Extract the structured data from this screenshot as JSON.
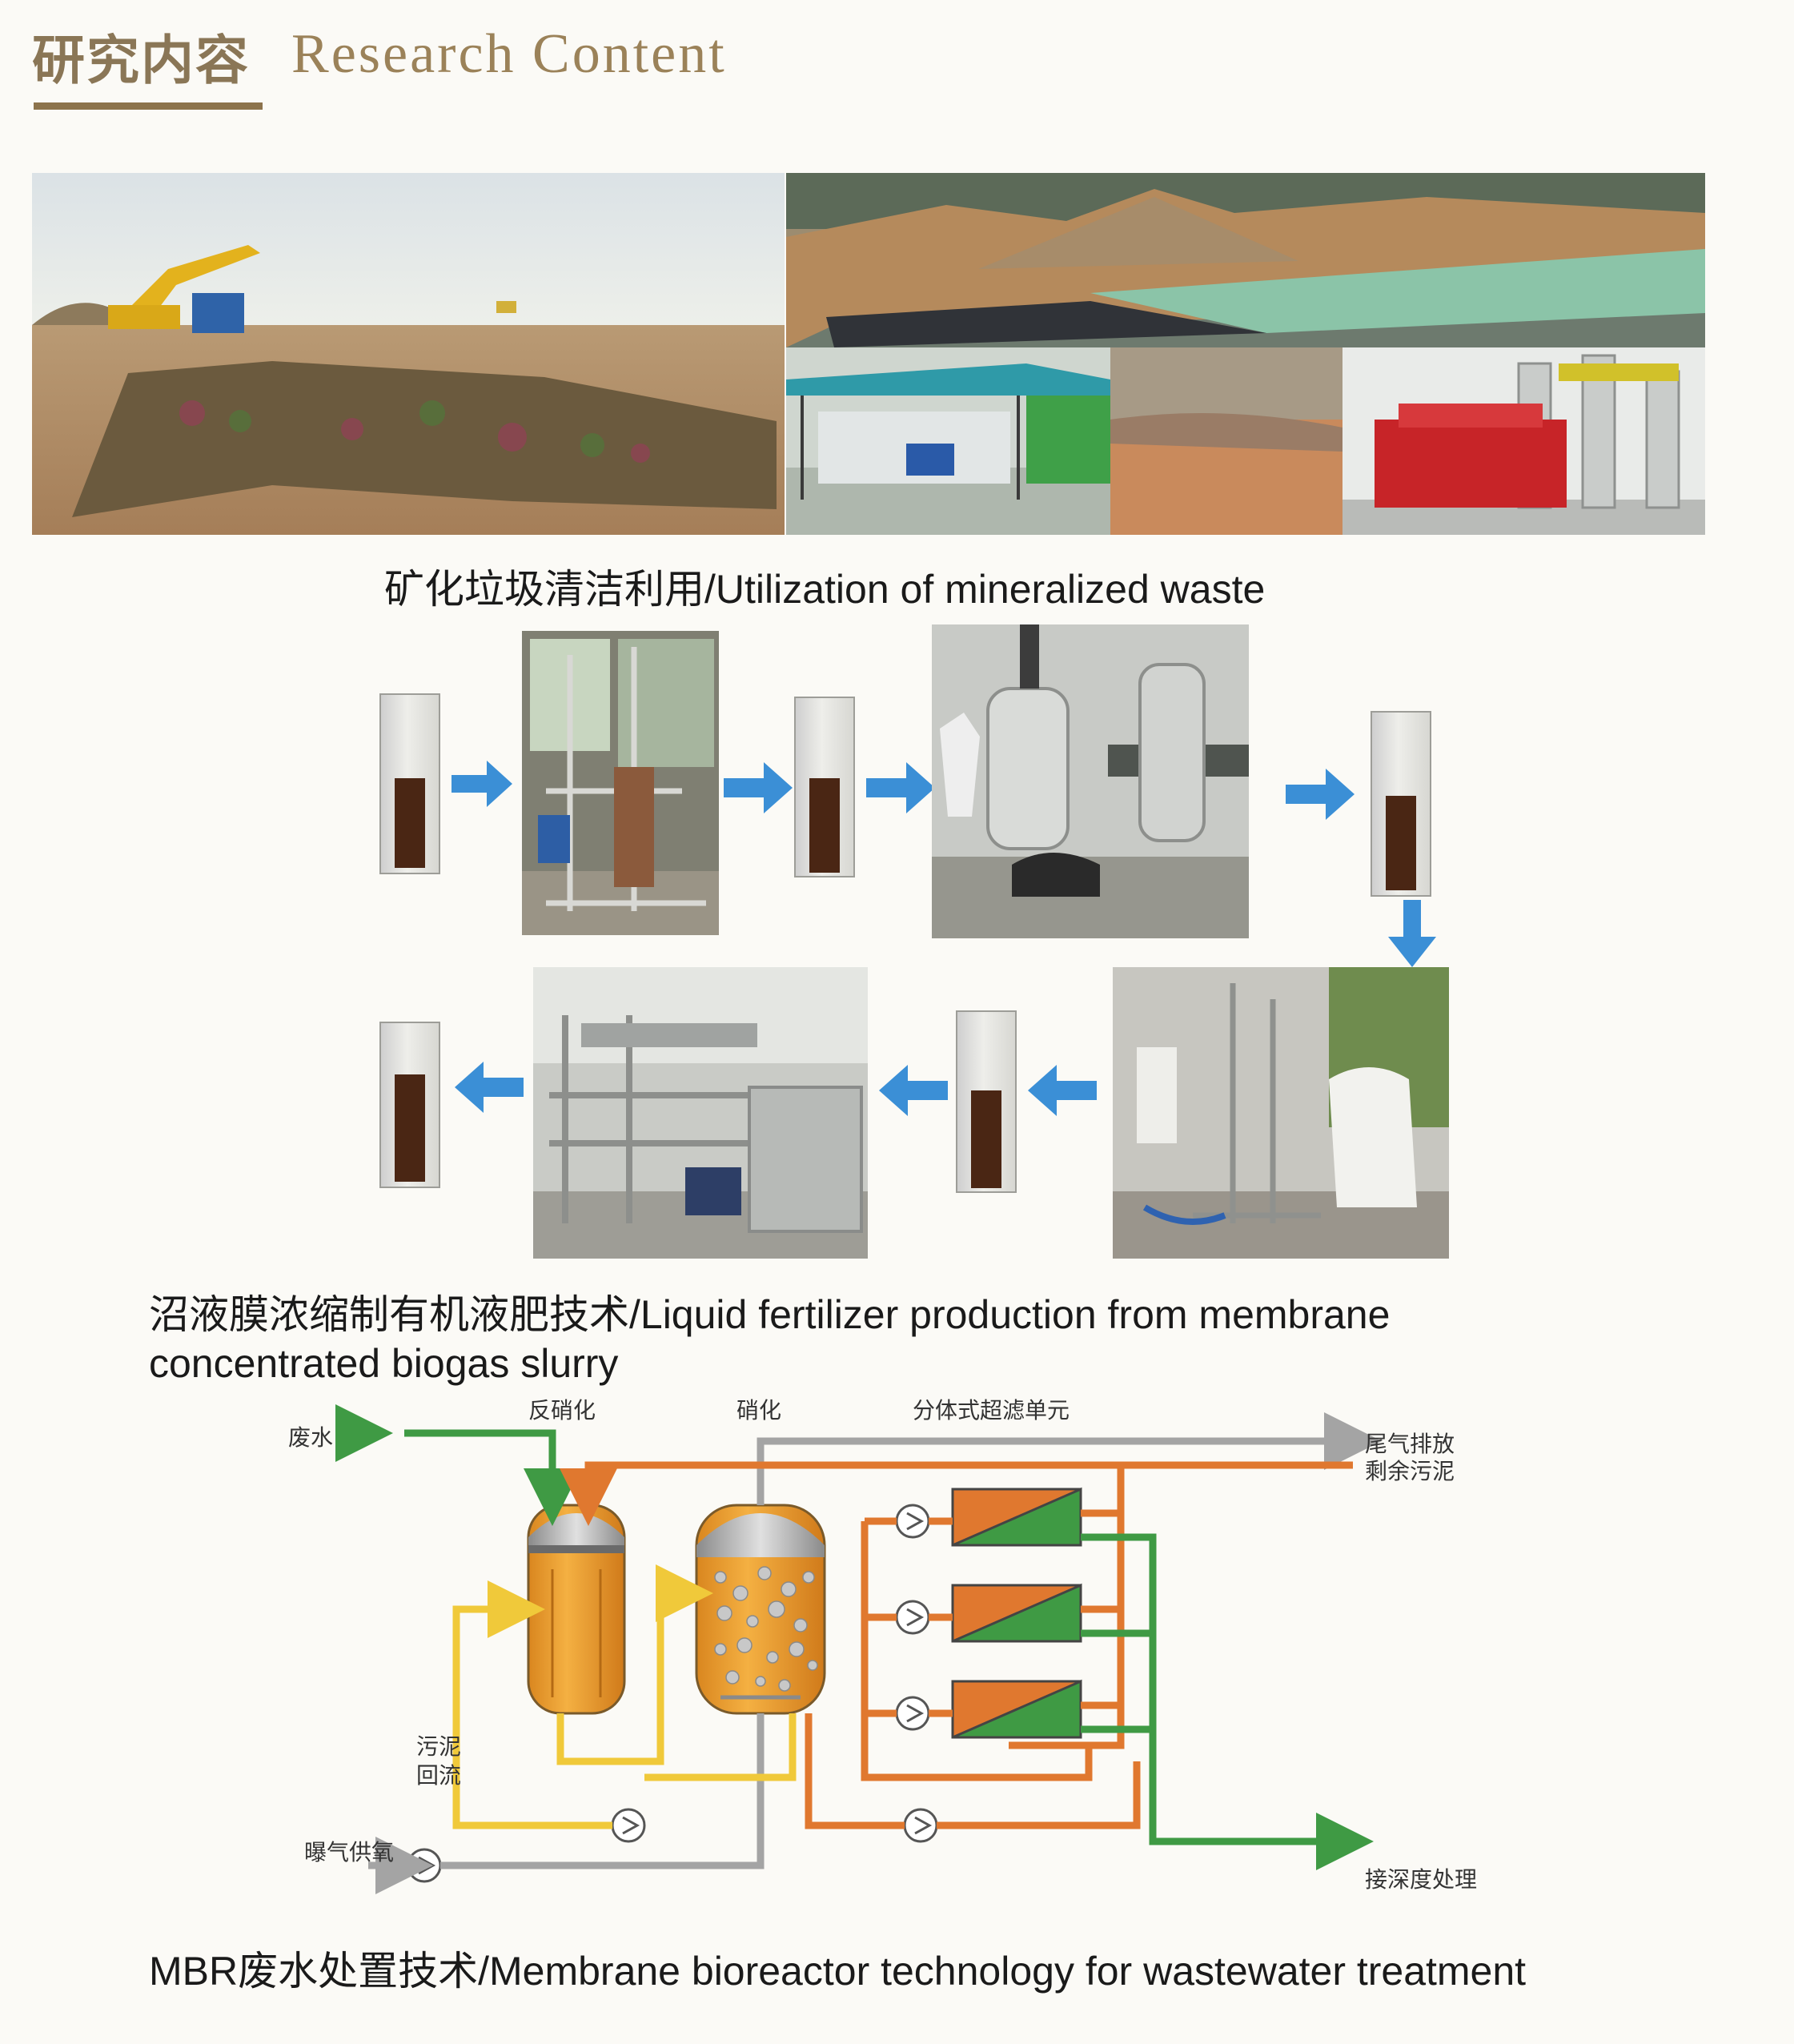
{
  "header": {
    "title_zh": "研究内容",
    "title_en": "Research Content"
  },
  "captions": {
    "section1": "矿化垃圾清洁利用/Utilization of mineralized waste",
    "section2_line1": "沼液膜浓缩制有机液肥技术/Liquid fertilizer production from membrane",
    "section2_line2": "concentrated biogas slurry",
    "section3": "MBR废水处置技术/Membrane bioreactor technology for wastewater treatment"
  },
  "diagram": {
    "labels": {
      "denitrification": "反硝化",
      "nitrification": "硝化",
      "uf_unit": "分体式超滤单元",
      "wastewater": "废水",
      "tail_gas": "尾气排放",
      "excess_sludge": "剩余污泥",
      "sludge": "污泥",
      "return": "回流",
      "aeration": "曝气供氧",
      "advanced": "接深度处理"
    },
    "colors": {
      "green": "#3f9a44",
      "orange": "#e0782f",
      "yellow": "#f0c93a",
      "gray": "#a4a4a4",
      "flow_arrow": "#3b8fd6"
    }
  }
}
